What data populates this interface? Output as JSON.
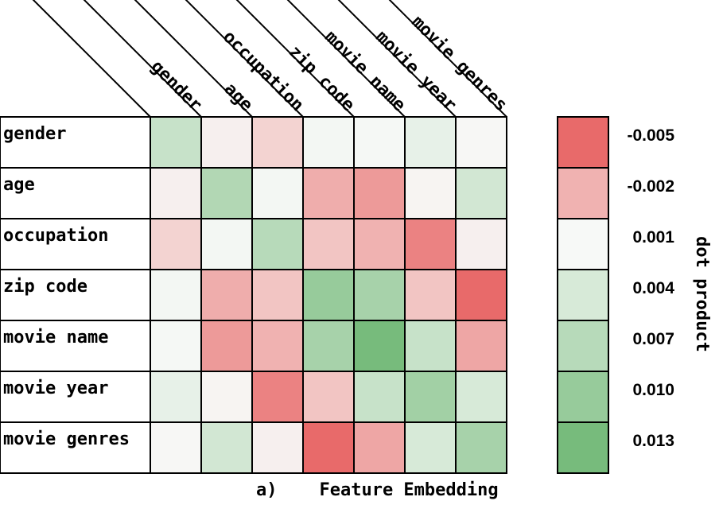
{
  "chart_data": {
    "type": "heatmap",
    "caption": "a)    Feature Embedding",
    "rows": [
      "gender",
      "age",
      "occupation",
      "zip code",
      "movie name",
      "movie year",
      "movie genres"
    ],
    "columns": [
      "gender",
      "age",
      "occupation",
      "zip code",
      "movie name",
      "movie year",
      "movie genres"
    ],
    "values": [
      [
        0.0055,
        0.0006,
        -0.0006,
        0.0014,
        0.0012,
        0.0025,
        0.0009
      ],
      [
        0.0006,
        0.0075,
        0.0014,
        -0.0022,
        -0.003,
        0.0008,
        0.0045
      ],
      [
        -0.0006,
        0.0014,
        0.007,
        -0.0012,
        -0.002,
        -0.004,
        0.0006
      ],
      [
        0.0014,
        -0.0022,
        -0.0012,
        0.01,
        0.0085,
        -0.0012,
        -0.005
      ],
      [
        0.0012,
        -0.003,
        -0.002,
        0.0085,
        0.013,
        0.0055,
        -0.0025
      ],
      [
        0.0025,
        0.0008,
        -0.004,
        -0.0012,
        0.0055,
        0.009,
        0.004
      ],
      [
        0.0009,
        0.0045,
        0.0006,
        -0.005,
        -0.0025,
        0.004,
        0.0085
      ]
    ],
    "colorbar": {
      "label": "dot product",
      "ticks": [
        "-0.005",
        "-0.002",
        "0.001",
        "0.004",
        "0.007",
        "0.010",
        "0.013"
      ],
      "range": [
        -0.005,
        0.013
      ],
      "low_color": "#e86a6a",
      "mid_color": "#f7f9f7",
      "high_color": "#77bb7c"
    }
  }
}
